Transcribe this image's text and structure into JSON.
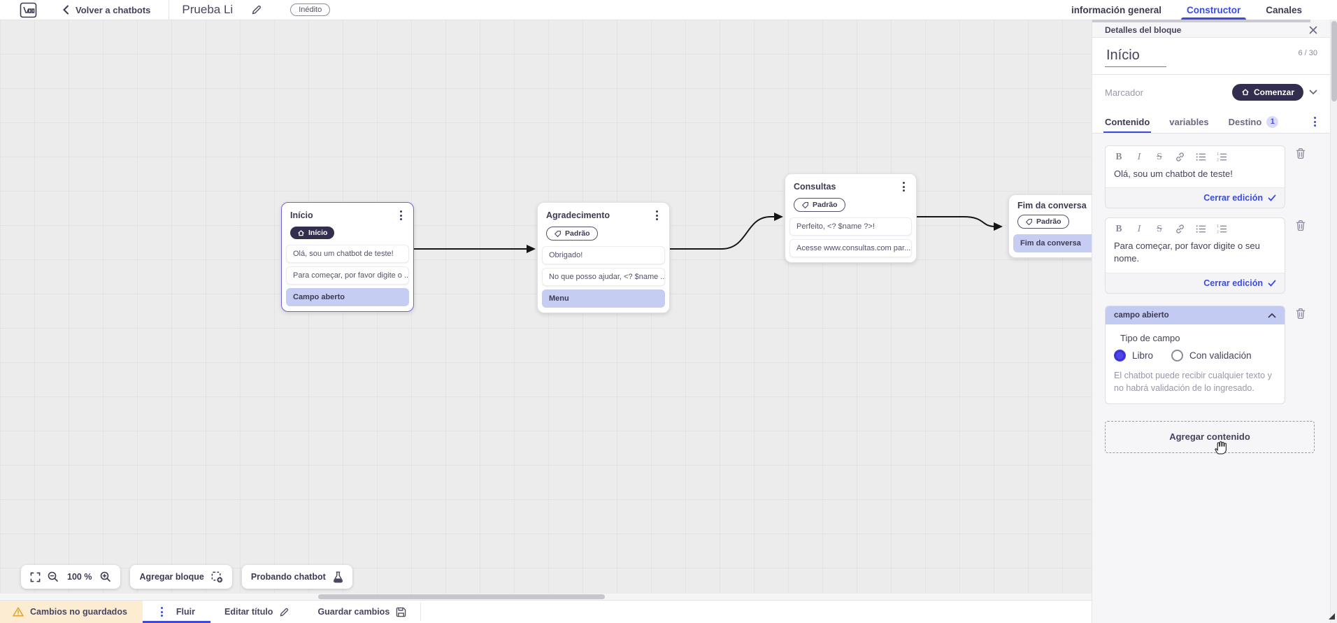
{
  "header": {
    "back_label": "Volver a chatbots",
    "title": "Prueba Li",
    "status_badge": "Inédito",
    "tabs": [
      {
        "label": "información general",
        "active": false
      },
      {
        "label": "Constructor",
        "active": true
      },
      {
        "label": "Canales",
        "active": false
      }
    ]
  },
  "canvas": {
    "blocks": [
      {
        "title": "Início",
        "badge": "Início",
        "badge_style": "start",
        "selected": true,
        "items": [
          {
            "text": "Olá, sou um chatbot de teste!",
            "style": "message"
          },
          {
            "text": "Para começar, por favor digite o ...",
            "style": "message"
          },
          {
            "text": "Campo aberto",
            "style": "action"
          }
        ]
      },
      {
        "title": "Agradecimento",
        "badge": "Padrão",
        "badge_style": "default",
        "selected": false,
        "items": [
          {
            "text": "Obrigado!",
            "style": "message"
          },
          {
            "text": "No que posso ajudar, <? $name ...",
            "style": "message"
          },
          {
            "text": "Menu",
            "style": "action"
          }
        ]
      },
      {
        "title": "Consultas",
        "badge": "Padrão",
        "badge_style": "default",
        "selected": false,
        "items": [
          {
            "text": "Perfeito, <? $name ?>!",
            "style": "message"
          },
          {
            "text": "Acesse www.consultas.com par...",
            "style": "message"
          }
        ]
      },
      {
        "title": "Fim da conversa",
        "badge": "Padrão",
        "badge_style": "default",
        "selected": false,
        "items": [
          {
            "text": "Fim da conversa",
            "style": "action"
          }
        ]
      }
    ],
    "toolbar": {
      "zoom_level": "100 %",
      "add_block_label": "Agregar bloque",
      "test_chatbot_label": "Probando chatbot"
    }
  },
  "footer": {
    "unsaved_label": "Cambios no guardados",
    "flow_tab_label": "Fluir",
    "edit_title_label": "Editar título",
    "save_label": "Guardar cambios"
  },
  "panel": {
    "header_label": "Detalles del bloque",
    "block_name": "Início",
    "char_count": "6 / 30",
    "marker_label": "Marcador",
    "marker_value": "Comenzar",
    "tabs": [
      {
        "label": "Contenido",
        "active": true
      },
      {
        "label": "variables",
        "active": false
      },
      {
        "label": "Destino",
        "active": false,
        "badge": "1"
      }
    ],
    "editors": [
      {
        "text": "Olá, sou um chatbot de teste!",
        "close_label": "Cerrar edición"
      },
      {
        "text": "Para começar, por favor digite o seu nome.",
        "close_label": "Cerrar edición"
      }
    ],
    "open_field": {
      "header_label": "campo abierto",
      "type_label": "Tipo de campo",
      "options": [
        {
          "label": "Libro",
          "selected": true
        },
        {
          "label": "Con validación",
          "selected": false
        }
      ],
      "helper_text": "El chatbot puede recibir cualquier texto y no habrá validación de lo ingresado."
    },
    "add_content_label": "Agregar contenido"
  },
  "colors": {
    "accent_blue": "#3b4be0",
    "dark_pill": "#332e4d",
    "lavender": "#c5cdf3",
    "warning_bg": "#fcecd2",
    "warning_icon": "#e0a42e",
    "canvas_bg": "#ececec",
    "text_dark": "#46425c",
    "text_muted": "#9a97a8"
  }
}
